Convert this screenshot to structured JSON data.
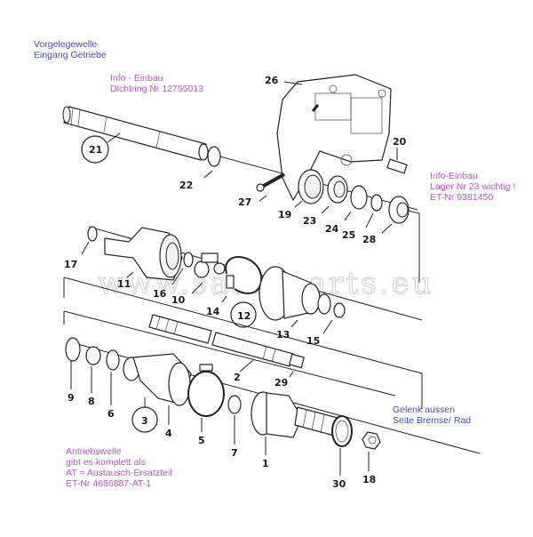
{
  "diagram": {
    "watermark": "www.saab-parts.eu",
    "notes": {
      "vorgelegewelle": [
        "Vorgelegewelle",
        "Eingang Getriebe"
      ],
      "dichtring": [
        "Info - Einbau",
        "Dichtring Nr 12755013"
      ],
      "lager": [
        "Info-Einbau",
        "Lager Nr 23  wichtig !",
        "ET-Nr 9381450"
      ],
      "gelenk": [
        "Gelenk aussen",
        "Seite  Bremse/ Rad"
      ],
      "antriebswelle": [
        "Antriebswelle",
        "gibt es komplett als",
        "AT = Austausch-Ersatzteil",
        "ET-Nr  4686887-AT-1"
      ]
    },
    "part_labels": {
      "p1": "1",
      "p2": "2",
      "p3": "3",
      "p4": "4",
      "p5": "5",
      "p6": "6",
      "p7": "7",
      "p8": "8",
      "p9": "9",
      "p10": "10",
      "p11": "11",
      "p12": "12",
      "p13": "13",
      "p14": "14",
      "p15": "15",
      "p16": "16",
      "p17": "17",
      "p18": "18",
      "p19": "19",
      "p20": "20",
      "p21": "21",
      "p22": "22",
      "p23": "23",
      "p24": "24",
      "p25": "25",
      "p26": "26",
      "p27": "27",
      "p28": "28",
      "p29": "29",
      "p30": "30"
    },
    "colors": {
      "note_blue": "#4a4fb0",
      "note_pink": "#b45bc0",
      "line": "#222222"
    }
  }
}
